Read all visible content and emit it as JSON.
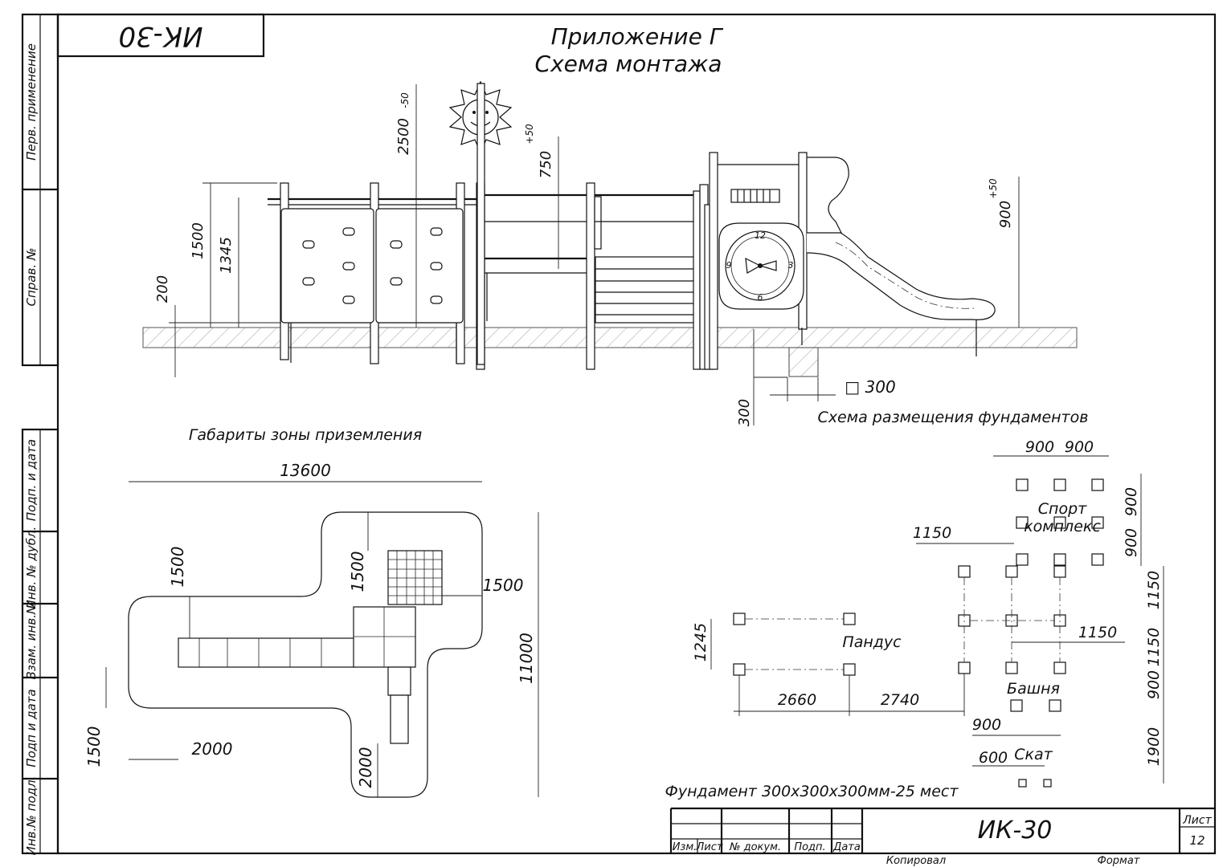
{
  "sheet": {
    "code_top": "ИК-30",
    "title_line1": "Приложение Г",
    "title_line2": "Схема монтажа",
    "code_stamp": "ИК-30",
    "sheet_label": "Лист",
    "sheet_number": "12",
    "copied_label": "Копировал",
    "format_label": "Формат"
  },
  "side_stamp": {
    "perv": "Перв. применение",
    "sprav": "Справ. №",
    "podp_data1": "Подп. и дата",
    "inv_dubl": "Инв. № дубл.",
    "vzam": "Взам. инв.№",
    "podp_data2": "Подп и дата",
    "inv_podl": "Инв.№ подл."
  },
  "stamp_headers": [
    "Изм.",
    "Лист",
    "№ докум.",
    "Подп.",
    "Дата"
  ],
  "elevation": {
    "dims": {
      "d2500": "2500",
      "d2500_tol": "-50",
      "d750": "750",
      "d750_tol": "+50",
      "d900": "900",
      "d900_tol": "+50",
      "d1500": "1500",
      "d1345": "1345",
      "d200": "200",
      "d300": "300",
      "sq300": "□ 300"
    }
  },
  "foundation_scheme": {
    "title": "Схема размещения фундаментов",
    "dims": {
      "a900": "900",
      "b900": "900",
      "v900a": "900",
      "v900b": "900",
      "h1150": "1150",
      "v1150a": "1150",
      "h1150b": "1150",
      "v1150b": "1150",
      "d1245": "1245",
      "d2660": "2660",
      "d2740": "2740",
      "v900c": "900",
      "h900": "900",
      "v1900": "1900",
      "d600": "600"
    },
    "labels": {
      "sport1": "Спорт",
      "sport2": "комплекс",
      "ramp": "Пандус",
      "tower": "Башня",
      "slide": "Скат"
    },
    "note": "Фундамент 300х300х300мм-25 мест"
  },
  "landing_zone": {
    "title": "Габариты зоны приземления",
    "dims": {
      "d13600": "13600",
      "d11000": "11000",
      "d1500a": "1500",
      "d1500b": "1500",
      "d1500c": "1500",
      "d1500d": "1500",
      "d2000a": "2000",
      "d2000b": "2000"
    }
  }
}
